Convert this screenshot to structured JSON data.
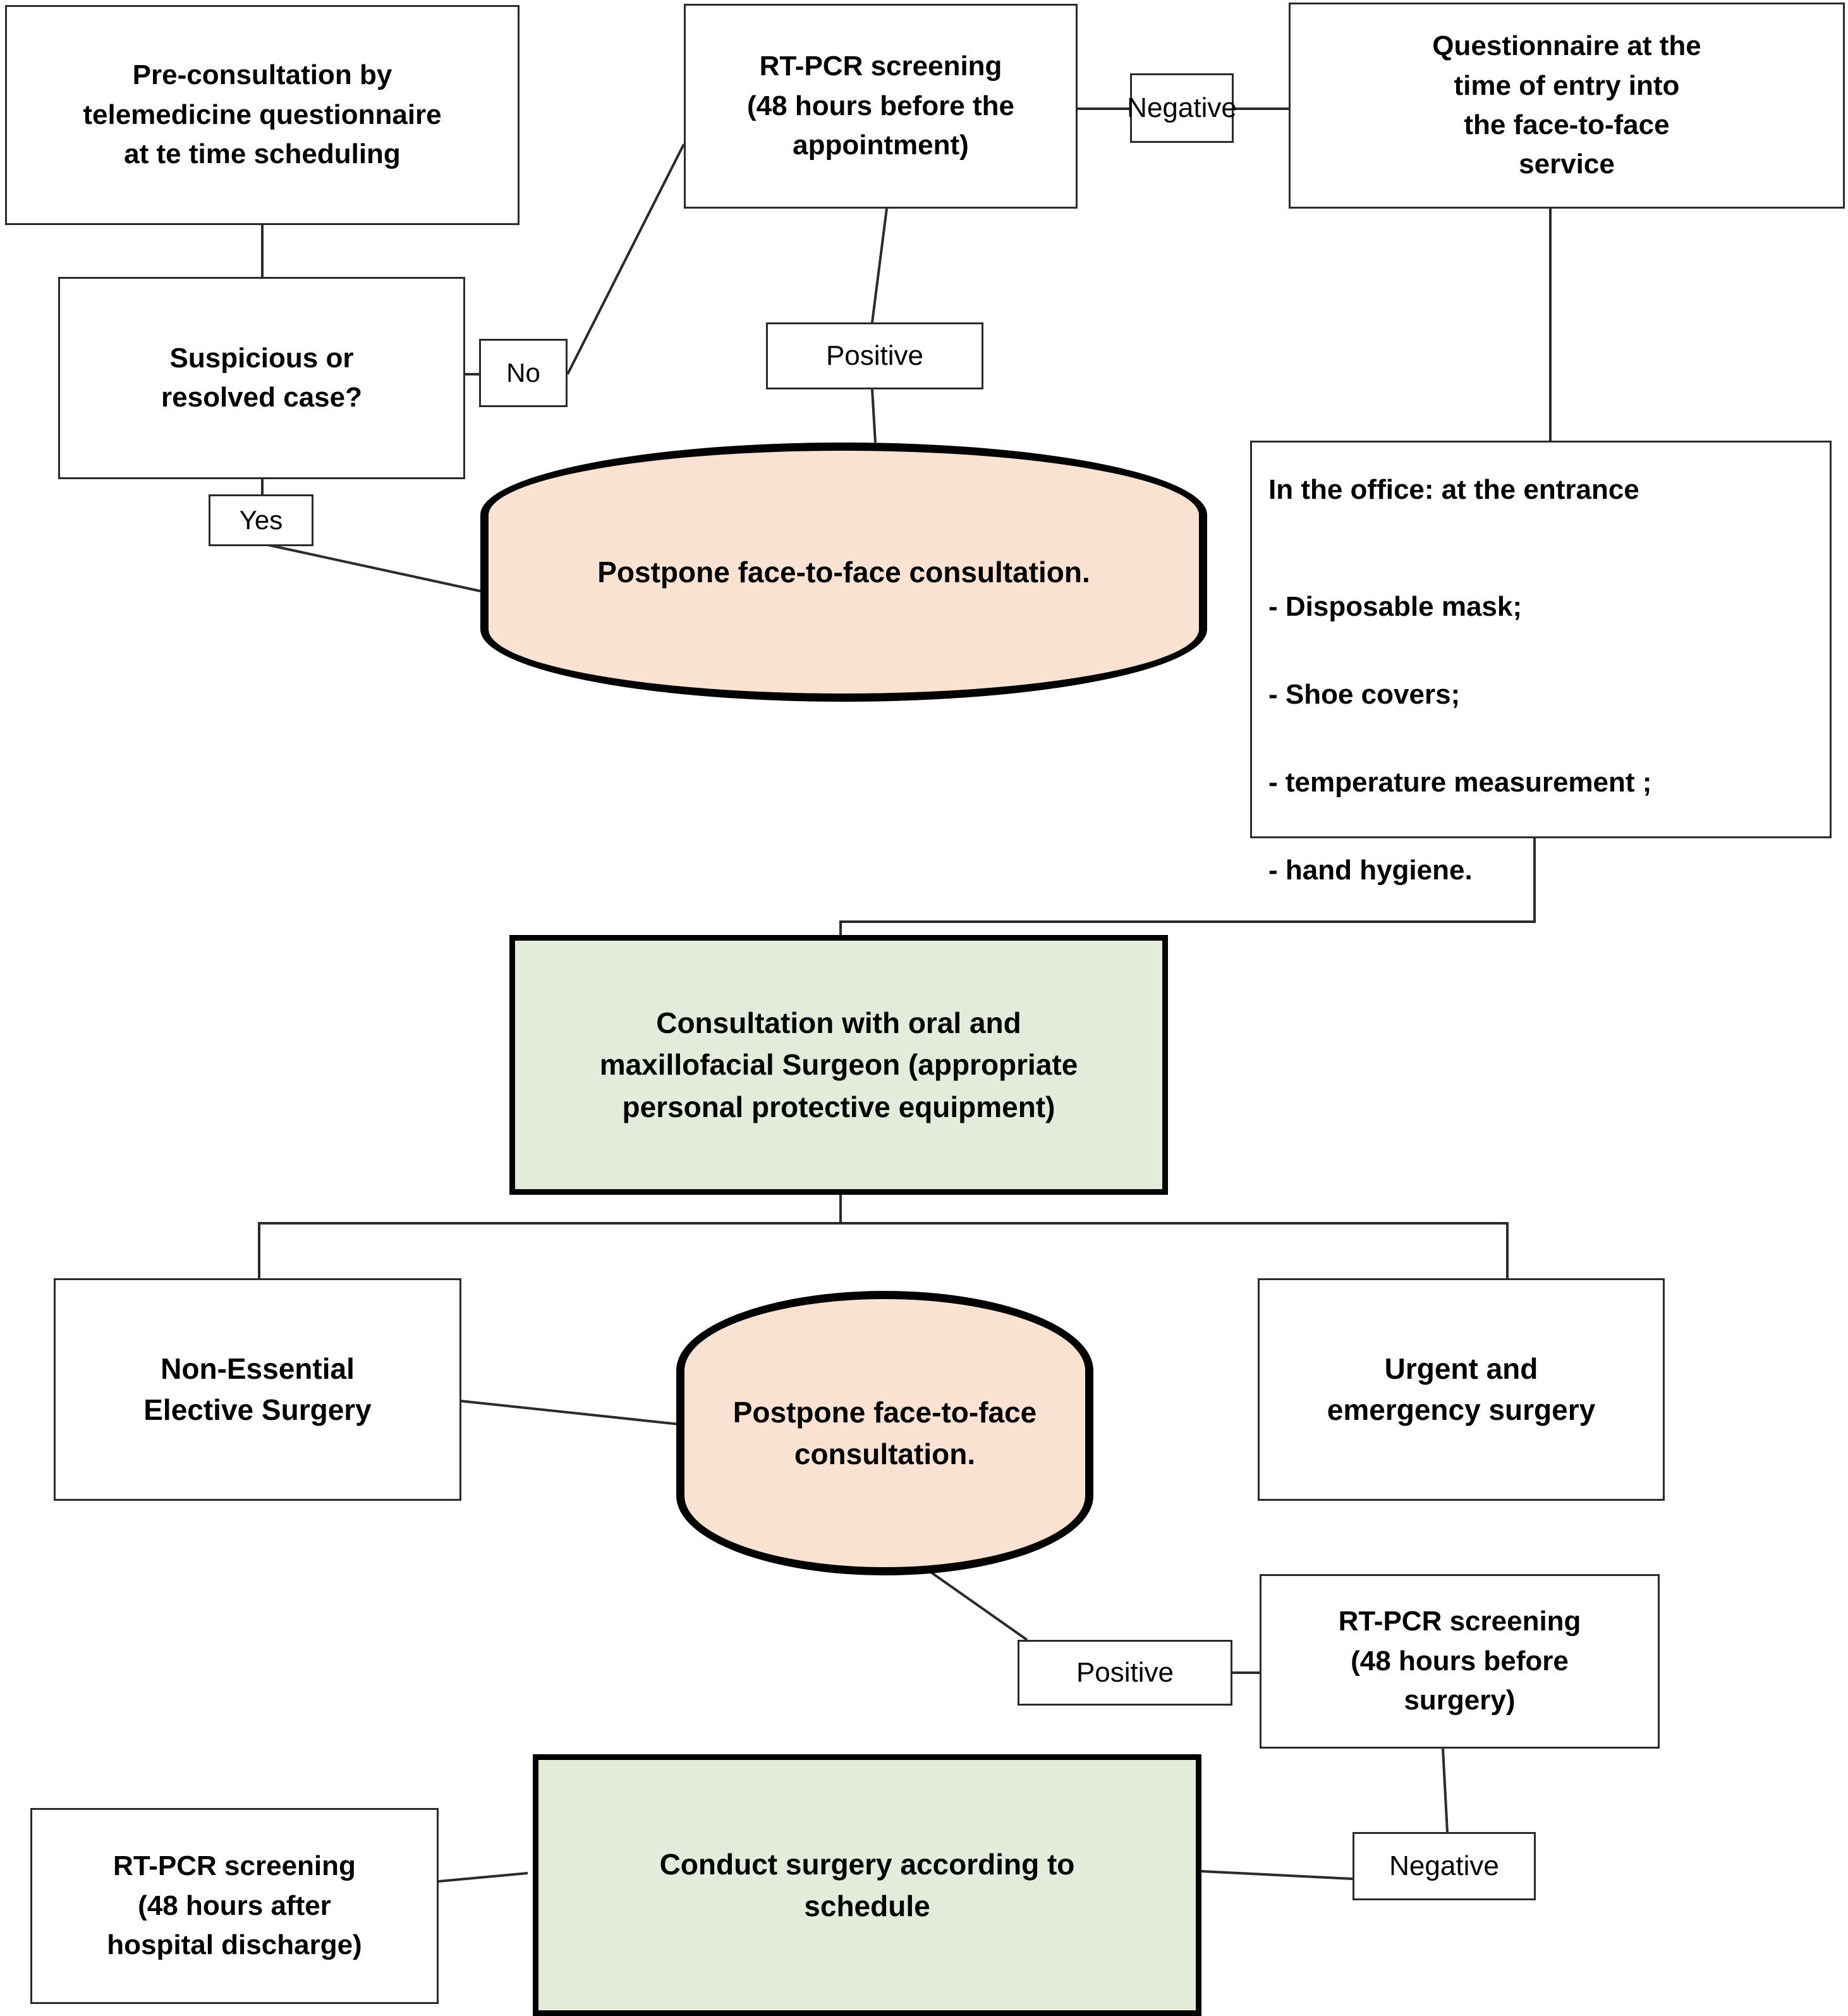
{
  "diagram": {
    "title": "COVID-19 oral and maxillofacial surgery patient flow protocol",
    "colors": {
      "pill_fill": "#FAE2D2",
      "green_fill": "#E3EBDA",
      "plain_fill": "#FFFFFF",
      "line": "#2b2b2b",
      "thick_border": "#000000",
      "text": "#000000"
    },
    "nodes": {
      "pre_consultation": {
        "label": "Pre-consultation by\ntelemedicine questionnaire\nat te time scheduling",
        "shape": "process",
        "fill": "#FFFFFF"
      },
      "suspicious_case": {
        "label": "Suspicious or\nresolved case?",
        "shape": "decision-box",
        "fill": "#FFFFFF"
      },
      "label_no": {
        "label": "No",
        "shape": "label"
      },
      "label_yes": {
        "label": "Yes",
        "shape": "label"
      },
      "rtpcr_before_appointment": {
        "label": "RT-PCR screening\n(48 hours before the\nappointment)",
        "shape": "process",
        "fill": "#FFFFFF"
      },
      "label_negative_top": {
        "label": "Negative",
        "shape": "label"
      },
      "label_positive_top": {
        "label": "Positive",
        "shape": "label"
      },
      "questionnaire_entry": {
        "label": "Questionnaire at the\ntime of entry into\nthe face-to-face\nservice",
        "shape": "process",
        "fill": "#FFFFFF"
      },
      "postpone_top": {
        "label": "Postpone face-to-face consultation.",
        "shape": "pill",
        "fill": "#FAE2D2"
      },
      "office_entrance": {
        "heading": "In the office: at the entrance",
        "items": [
          "- Disposable mask;",
          "- Shoe covers;",
          "- temperature measurement ;",
          "- hand hygiene."
        ],
        "shape": "process",
        "fill": "#FFFFFF"
      },
      "consultation_surgeon": {
        "label": "Consultation with oral and\nmaxillofacial Surgeon (appropriate\npersonal protective equipment)",
        "shape": "process-thick",
        "fill": "#E3EBDA"
      },
      "non_essential": {
        "label": "Non-Essential\nElective Surgery",
        "shape": "process",
        "fill": "#FFFFFF"
      },
      "postpone_bottom": {
        "label": "Postpone face-to-face\nconsultation.",
        "shape": "pill",
        "fill": "#FAE2D2"
      },
      "urgent_emergency": {
        "label": "Urgent and\nemergency surgery",
        "shape": "process",
        "fill": "#FFFFFF"
      },
      "label_positive_bottom": {
        "label": "Positive",
        "shape": "label"
      },
      "rtpcr_before_surgery": {
        "label": "RT-PCR screening\n(48 hours before\nsurgery)",
        "shape": "process",
        "fill": "#FFFFFF"
      },
      "label_negative_bottom": {
        "label": "Negative",
        "shape": "label"
      },
      "conduct_surgery": {
        "label": "Conduct surgery according to\nschedule",
        "shape": "process-thick",
        "fill": "#E3EBDA"
      },
      "rtpcr_after_discharge": {
        "label": "RT-PCR screening\n(48 hours after\nhospital discharge)",
        "shape": "process",
        "fill": "#FFFFFF"
      }
    }
  }
}
